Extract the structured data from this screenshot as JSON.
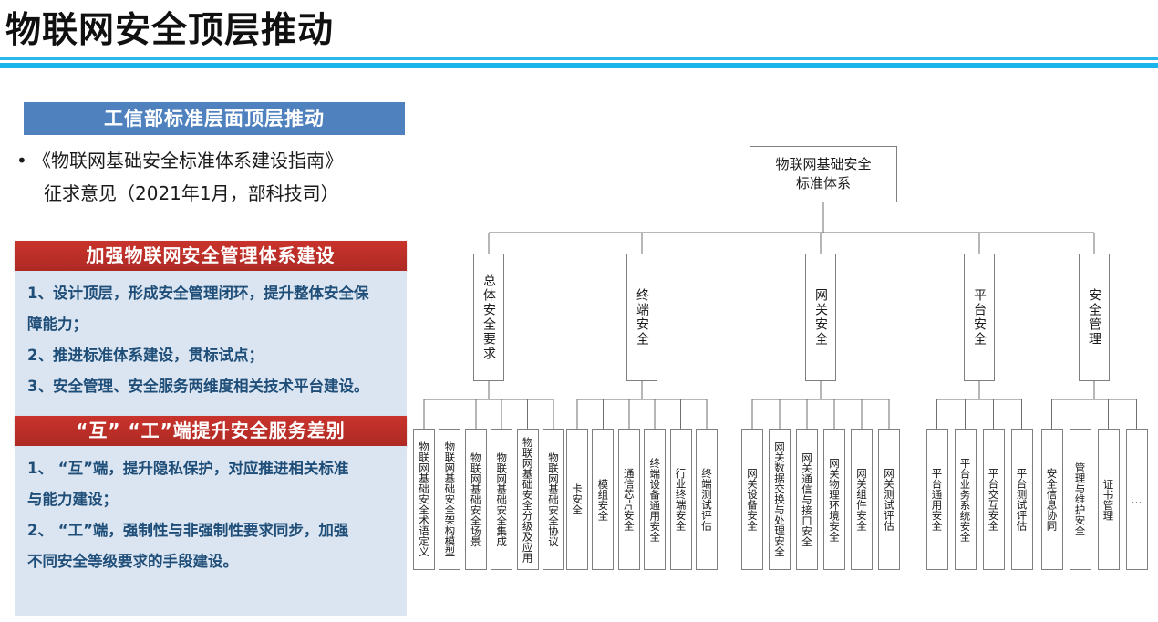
{
  "slide": {
    "title": "物联网安全顶层推动",
    "rule_color_top": "#29b6e8",
    "rule_color_bottom": "#18b4ea"
  },
  "left_panel": {
    "blue_band": {
      "label": "工信部标准层面顶层推动",
      "bg_color": "#4e81bd"
    },
    "bullet": {
      "marker": "•",
      "line1": "《物联网基础安全标准体系建设指南》",
      "line2": "征求意见（2021年1月，部科技司）"
    },
    "sections": [
      {
        "header": "加强物联网安全管理体系建设",
        "header_bg": "#c9332c",
        "body_bg": "#dbe5f1",
        "body_color": "#1f4e79",
        "lines": [
          "1、设计顶层，形成安全管理闭环，提升整体安全保",
          "障能力；",
          "2、推进标准体系建设，贯标试点；",
          "3、安全管理、安全服务两维度相关技术平台建设。"
        ]
      },
      {
        "header": "“互”  “工”端提升安全服务差别",
        "header_bg": "#c9332c",
        "body_bg": "#dbe5f1",
        "body_color": "#1f4e79",
        "lines": [
          "1、 “互”端，提升隐私保护，对应推进相关标准",
          "与能力建设；",
          "2、 “工”端，强制性与非强制性要求同步，加强",
          "不同安全等级要求的手段建设。"
        ]
      }
    ]
  },
  "tree": {
    "root": "物联网基础安全\n标准体系",
    "root_line1": "物联网基础安全",
    "root_line2": "标准体系",
    "branches": [
      {
        "label": "总体安全要求",
        "leaves": [
          "物联网基础安全术语定义",
          "物联网基础安全架构模型",
          "物联网基础安全场景",
          "物联网基础安全集成",
          "物联网基础安全分级及应用",
          "物联网基础安全协议"
        ]
      },
      {
        "label": "终端安全",
        "leaves": [
          "卡安全",
          "模组安全",
          "通信芯片安全",
          "终端设备通用安全",
          "行业终端安全",
          "终端测试评估"
        ]
      },
      {
        "label": "网关安全",
        "leaves": [
          "网关设备安全",
          "网关数据交换与处理安全",
          "网关通信与接口安全",
          "网关物理环境安全",
          "网关组件安全",
          "网关测试评估"
        ]
      },
      {
        "label": "平台安全",
        "leaves": [
          "平台通用安全",
          "平台业务系统安全",
          "平台交互安全",
          "平台测试评估"
        ]
      },
      {
        "label": "安全管理",
        "leaves": [
          "安全信息协同",
          "管理与维护安全",
          "证书管理",
          "…"
        ]
      }
    ]
  }
}
